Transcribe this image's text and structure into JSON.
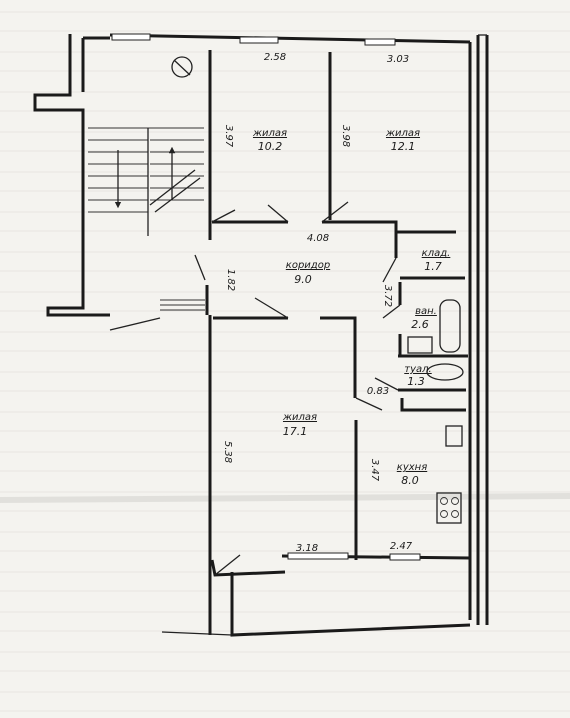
{
  "plan": {
    "rooms": [
      {
        "id": "bedroom-1",
        "name": "жилая",
        "area": "10.2"
      },
      {
        "id": "bedroom-2",
        "name": "жилая",
        "area": "12.1"
      },
      {
        "id": "corridor",
        "name": "коридор",
        "area": "9.0"
      },
      {
        "id": "storage",
        "name": "клад.",
        "area": "1.7"
      },
      {
        "id": "bathroom",
        "name": "ван.",
        "area": "2.6"
      },
      {
        "id": "toilet",
        "name": "туал.",
        "area": "1.3"
      },
      {
        "id": "living",
        "name": "жилая",
        "area": "17.1"
      },
      {
        "id": "kitchen",
        "name": "кухня",
        "area": "8.0"
      }
    ],
    "dimensions": {
      "bedroom1_width": "2.58",
      "bedroom2_width": "3.03",
      "bedroom1_depth": "3.97",
      "bedroom2_depth": "3.98",
      "corridor_width": "4.08",
      "hall_depth": "1.82",
      "storage_depth": "3.72",
      "toilet_width": "0.83",
      "living_depth": "5.38",
      "kitchen_depth": "3.47",
      "living_width": "3.18",
      "kitchen_width": "2.47"
    }
  }
}
